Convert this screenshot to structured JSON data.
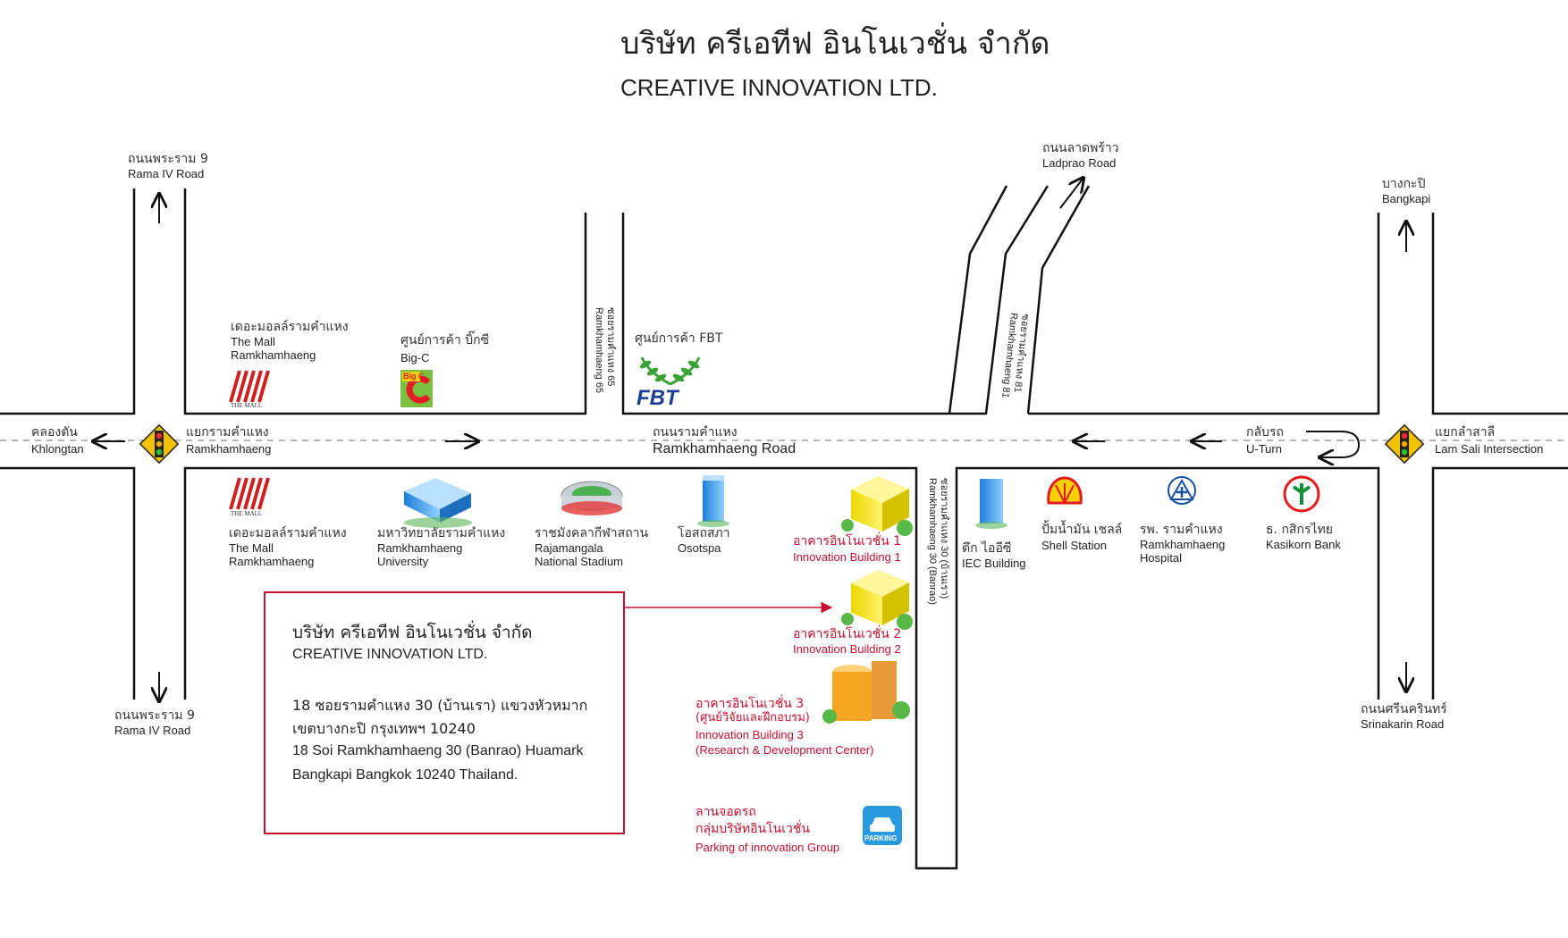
{
  "header": {
    "title_th": "บริษัท ครีเอทีฟ อินโนเวชั่น จำกัด",
    "title_en": "CREATIVE INNOVATION LTD."
  },
  "roads": {
    "rama9_north": {
      "th": "ถนนพระราม 9",
      "en": "Rama IV Road"
    },
    "rama9_south": {
      "th": "ถนนพระราม 9",
      "en": "Rama IV Road"
    },
    "ladprao": {
      "th": "ถนนลาดพร้าว",
      "en": "Ladprao Road"
    },
    "bangkapi": {
      "th": "บางกะปิ",
      "en": "Bangkapi"
    },
    "srinakarin": {
      "th": "ถนนศรีนครินทร์",
      "en": "Srinakarin Road"
    },
    "khlongtan": {
      "th": "คลองตัน",
      "en": "Khlongtan"
    },
    "ramkhamhaeng_junction": {
      "th": "แยกรามคำแหง",
      "en": "Ramkhamhaeng"
    },
    "ramkhamhaeng_road": {
      "th": "ถนนรามคำแหง",
      "en": "Ramkhamhaeng Road"
    },
    "uturn": {
      "th": "กลับรถ",
      "en": "U-Turn"
    },
    "lamsali": {
      "th": "แยกลำสาลี",
      "en": "Lam Sali Intersection"
    },
    "soi65": {
      "th": "ซอยรามคำแหง 65",
      "en": "Ramkhamhaeng 65"
    },
    "soi81": {
      "th": "ซอยรามคำแหง 81",
      "en": "Ramkhamhaeng 81"
    },
    "soi30": {
      "th": "ซอยรามคำแหง 30 (บ้านเรา)",
      "en": "Ramkhamhaeng 30 (Banrao)"
    }
  },
  "landmarks_north": {
    "mall": {
      "th": "เดอะมอลล์รามคำแหง",
      "en1": "The Mall",
      "en2": "Ramkhamhaeng",
      "logo_text": "THE MALL"
    },
    "bigc": {
      "th": "ศูนย์การค้า บิ๊กซี",
      "en": "Big-C",
      "logo_text": "Big C"
    },
    "fbt": {
      "th": "ศูนย์การค้า FBT",
      "logo_text": "FBT"
    }
  },
  "landmarks_south": {
    "mall": {
      "th": "เดอะมอลล์รามคำแหง",
      "en1": "The Mall",
      "en2": "Ramkhamhaeng",
      "logo_text": "THE MALL"
    },
    "university": {
      "th": "มหาวิทยาลัยรามคำแหง",
      "en1": "Ramkhamhaeng",
      "en2": "University"
    },
    "stadium": {
      "th": "ราชมังคลากีฬาสถาน",
      "en1": "Rajamangala",
      "en2": "National Stadium"
    },
    "osotspa": {
      "th": "โอสถสภา",
      "en": "Osotspa"
    },
    "iec": {
      "th": "ตึก ไออีซี",
      "en": "IEC  Building"
    },
    "shell": {
      "th": "ปั้มน้ำมัน เชลล์",
      "en": "Shell Station"
    },
    "hospital": {
      "th": "รพ. รามคำแหง",
      "en1": "Ramkhamhaeng",
      "en2": "Hospital"
    },
    "kbank": {
      "th": "ธ. กสิกรไทย",
      "en": "Kasikorn Bank"
    }
  },
  "buildings": {
    "b1": {
      "th": "อาคารอินโนเวชั่น 1",
      "en": "Innovation Building 1"
    },
    "b2": {
      "th": "อาคารอินโนเวชั่น 2",
      "en": "Innovation Building 2"
    },
    "b3": {
      "th": "อาคารอินโนเวชั่น 3",
      "th2": "(ศูนย์วิจัยและฝึกอบรม)",
      "en": "Innovation Building 3",
      "en2": "(Research & Development Center)"
    },
    "parking": {
      "th": "ลานจอดรถ",
      "th2": "กลุ่มบริษัทอินโนเวชั่น",
      "en": "Parking of innovation Group",
      "icon_text": "PARKING"
    }
  },
  "address": {
    "name_th": "บริษัท ครีเอทีฟ อินโนเวชั่น จำกัด",
    "name_en": "CREATIVE INNOVATION LTD.",
    "line1": "18 ซอยรามคำแหง 30 (บ้านเรา) แขวงหัวหมาก",
    "line2": "เขตบางกะปิ กรุงเทพฯ 10240",
    "line3": "18 Soi Ramkhamhaeng 30 (Banrao) Huamark",
    "line4": "Bangkapi Bangkok 10240 Thailand."
  },
  "colors": {
    "accent": "#c8102e",
    "road": "#111111",
    "signal": "#f2c200"
  }
}
